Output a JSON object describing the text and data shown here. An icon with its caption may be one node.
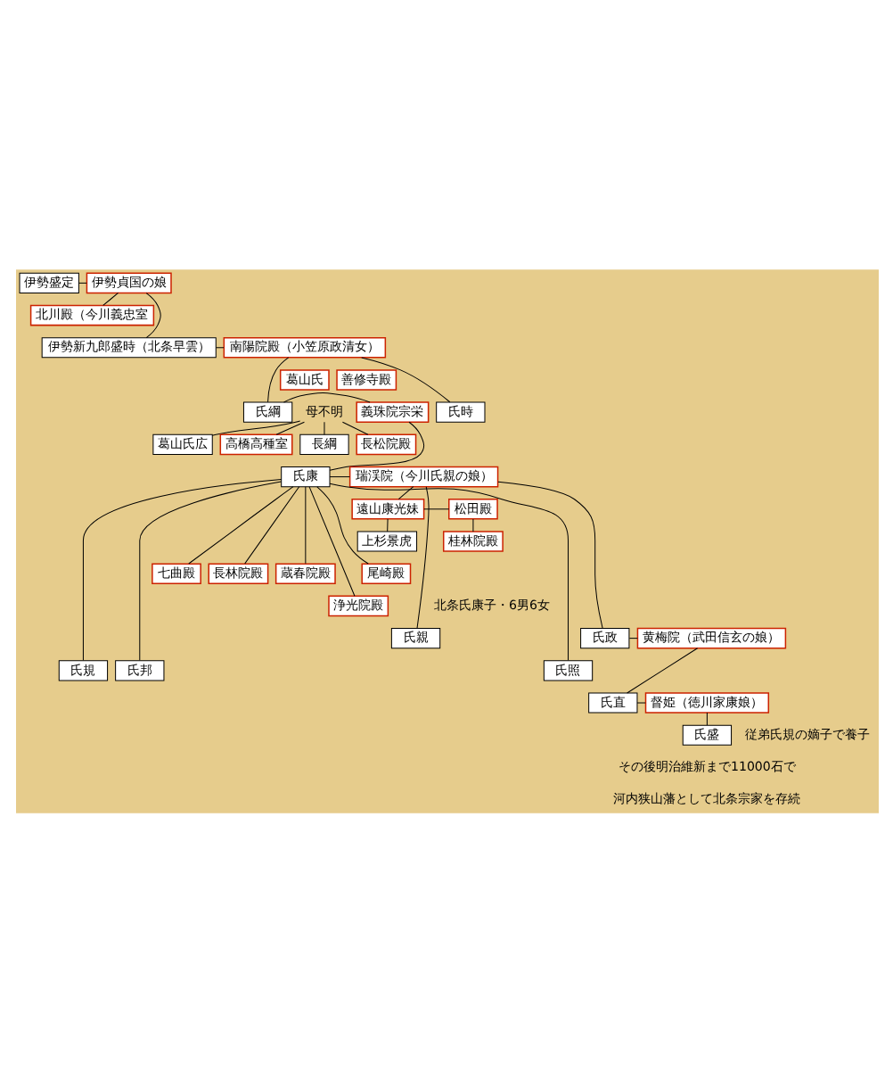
{
  "diagram": {
    "nodes": [
      {
        "text": [
          "伊勢盛定"
        ]
      },
      {
        "text": [
          "伊勢貞国の娘"
        ]
      },
      {
        "text": [
          "北川殿（今川義忠室"
        ]
      },
      {
        "text": [
          "伊勢新九郎盛時（北条早雲）"
        ]
      },
      {
        "text": [
          "南陽院殿（小笠原政清女）"
        ]
      },
      {
        "text": [
          "葛山氏"
        ]
      },
      {
        "text": [
          "善修寺殿"
        ]
      },
      {
        "text": [
          "母不明"
        ]
      },
      {
        "text": [
          "義珠院宗栄"
        ]
      },
      {
        "text": [
          "氏綱"
        ]
      },
      {
        "text": [
          "氏時"
        ]
      },
      {
        "text": [
          "葛山氏広"
        ]
      },
      {
        "text": [
          "長綱"
        ]
      },
      {
        "text": [
          "長松院殿"
        ]
      },
      {
        "text": [
          "高橋高種室"
        ]
      },
      {
        "text": [
          "氏康"
        ]
      },
      {
        "text": [
          "瑞渓院（今川氏親の娘）"
        ]
      },
      {
        "text": [
          "遠山康光妹"
        ]
      },
      {
        "text": [
          "松田殿"
        ]
      },
      {
        "text": [
          "上杉景虎"
        ]
      },
      {
        "text": [
          "桂林院殿"
        ]
      },
      {
        "text": [
          "尾崎殿"
        ]
      },
      {
        "text": [
          "長林院殿"
        ]
      },
      {
        "text": [
          "蔵春院殿"
        ]
      },
      {
        "text": [
          "七曲殿"
        ]
      },
      {
        "text": [
          "浄光院殿"
        ]
      },
      {
        "text": [
          "氏親"
        ]
      },
      {
        "text": [
          "氏政"
        ]
      },
      {
        "text": [
          "黄梅院（武田信玄の娘）"
        ]
      },
      {
        "text": [
          "氏照"
        ]
      },
      {
        "text": [
          "氏規"
        ]
      },
      {
        "text": [
          "氏邦"
        ]
      },
      {
        "text": [
          "氏直"
        ]
      },
      {
        "text": [
          "督姫（徳川家康娘）"
        ]
      },
      {
        "text": [
          "氏盛"
        ],
        "beside": [
          "従弟氏規の嫡子で養子"
        ]
      }
    ],
    "edges": [
      {
        "from": 0,
        "to": 1,
        "arrow": "none"
      },
      {
        "from": 1,
        "to": 2,
        "arrow": "none"
      },
      {
        "from": 1,
        "to": 3,
        "arrow": "none"
      },
      {
        "from": 3,
        "to": 4,
        "arrow": "none"
      },
      {
        "from": 4,
        "to": 9,
        "arrow": "none"
      },
      {
        "from": 4,
        "to": 10,
        "arrow": "none"
      },
      {
        "from": 7,
        "to": 11,
        "arrow": "none"
      },
      {
        "from": 7,
        "to": 12,
        "arrow": "none"
      },
      {
        "from": 7,
        "to": 13,
        "arrow": "none"
      },
      {
        "from": 7,
        "to": 14,
        "arrow": "none"
      },
      {
        "from": 8,
        "to": 9,
        "arrow": "none"
      },
      {
        "from": 8,
        "to": 15,
        "arrow": "none"
      },
      {
        "from": 15,
        "to": 16,
        "arrow": "none"
      },
      {
        "from": 16,
        "to": 17,
        "arrow": "none"
      },
      {
        "from": 17,
        "to": 18,
        "arrow": "none"
      },
      {
        "from": 17,
        "to": 19,
        "arrow": "none"
      },
      {
        "from": 18,
        "to": 20,
        "arrow": "none"
      },
      {
        "from": 15,
        "to": 21,
        "arrow": "none"
      },
      {
        "from": 15,
        "to": 22,
        "arrow": "none"
      },
      {
        "from": 15,
        "to": 23,
        "arrow": "none"
      },
      {
        "from": 15,
        "to": 24,
        "arrow": "none"
      },
      {
        "from": 15,
        "to": 25,
        "arrow": "none"
      },
      {
        "from": 15,
        "to": 29,
        "arrow": "none"
      },
      {
        "from": 15,
        "to": 30,
        "arrow": "none"
      },
      {
        "from": 15,
        "to": 31,
        "arrow": "none"
      },
      {
        "from": 16,
        "to": 26,
        "arrow": "none"
      },
      {
        "from": 16,
        "to": 27,
        "arrow": "none"
      },
      {
        "from": 27,
        "to": 28,
        "arrow": "none"
      },
      {
        "from": 28,
        "to": 32,
        "arrow": "none"
      },
      {
        "from": 32,
        "to": 33,
        "arrow": "none"
      },
      {
        "from": 33,
        "to": 34,
        "arrow": "none"
      }
    ],
    "labels": [
      "北条氏康子・6男6女",
      "その後明治維新まで11000石で",
      "河内狭山藩として北条宗家を存続"
    ]
  }
}
